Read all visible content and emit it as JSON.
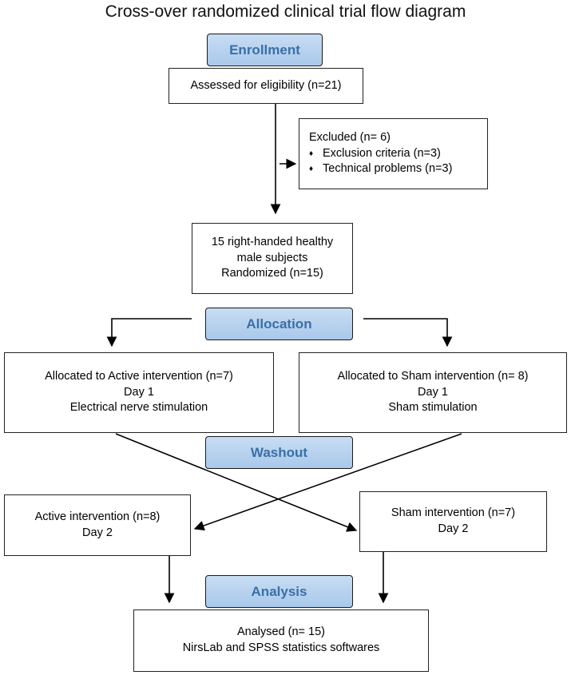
{
  "title": "Cross-over randomized clinical trial flow diagram",
  "phases": {
    "enrollment": "Enrollment",
    "allocation": "Allocation",
    "washout": "Washout",
    "analysis": "Analysis"
  },
  "eligibility": "Assessed for eligibility (n=21)",
  "excluded": {
    "heading": "Excluded  (n= 6)",
    "items": [
      "Exclusion criteria (n=3)",
      "Technical problems (n=3)"
    ],
    "bullet": "♦"
  },
  "randomized": [
    "15 right-handed healthy",
    "male subjects",
    "Randomized (n=15)"
  ],
  "active_day1": [
    "Allocated to Active intervention (n=7)",
    "Day 1",
    "Electrical nerve stimulation"
  ],
  "sham_day1": [
    "Allocated to Sham intervention (n= 8)",
    "Day 1",
    "Sham stimulation"
  ],
  "active_day2": [
    "Active intervention (n=8)",
    "Day 2"
  ],
  "sham_day2": [
    "Sham intervention (n=7)",
    "Day 2"
  ],
  "analysed": [
    "Analysed  (n= 15)",
    "NirsLab and SPSS statistics softwares"
  ]
}
